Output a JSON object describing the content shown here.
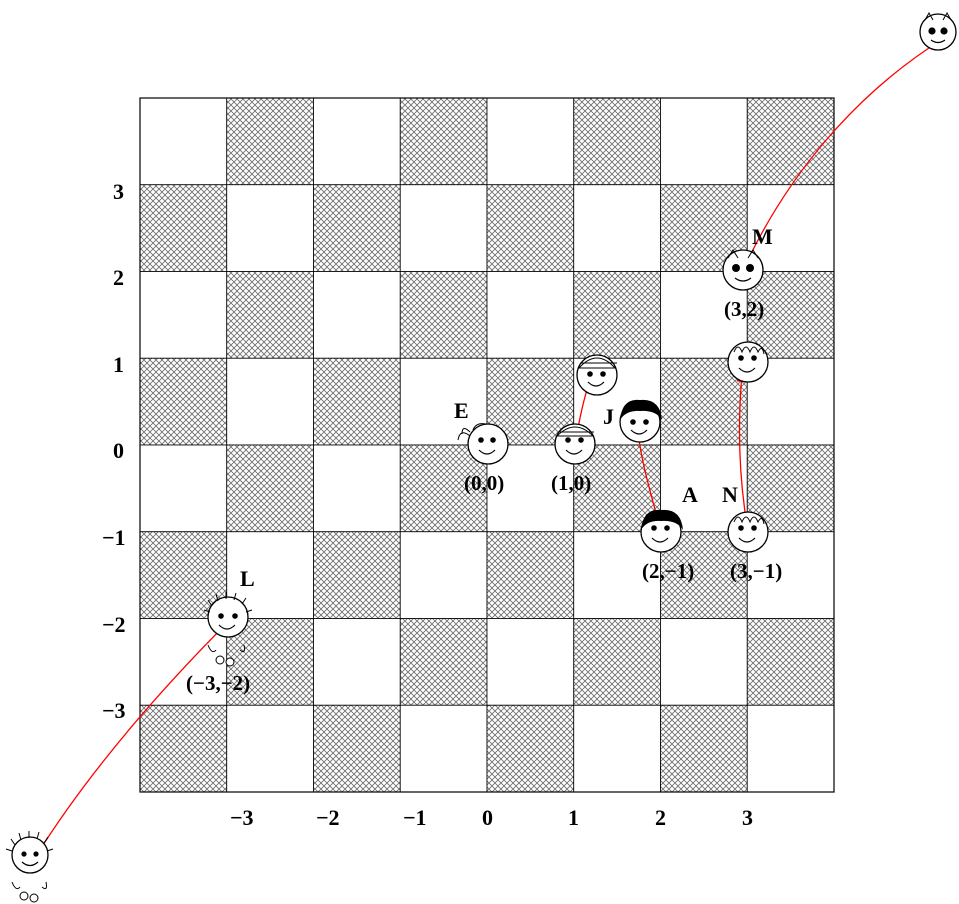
{
  "board": {
    "x_ticks": [
      "−3",
      "−2",
      "−1",
      "0",
      "1",
      "2",
      "3"
    ],
    "y_ticks": [
      "3",
      "2",
      "1",
      "0",
      "−1",
      "−2",
      "−3"
    ]
  },
  "characters": {
    "E": {
      "label": "E",
      "coord": "(0,0)",
      "style": "ponytail"
    },
    "B": {
      "label": "",
      "coord": "(1,0)",
      "style": "cap"
    },
    "J": {
      "label": "J",
      "coord": "",
      "style": "dark-hair"
    },
    "A": {
      "label": "A",
      "coord": "(2,−1)",
      "style": "dark-hair"
    },
    "N": {
      "label": "N",
      "coord": "(3,−1)",
      "style": "wavy"
    },
    "M": {
      "label": "M",
      "coord": "(3,2)",
      "style": "horns"
    },
    "L": {
      "label": "L",
      "coord": "(−3,−2)",
      "style": "spiky"
    }
  },
  "arrows": [
    {
      "from": "(3,−1)",
      "to_character": "N-moved"
    },
    {
      "from": "(2,−1)",
      "to_character": "J"
    },
    {
      "from": "(1,0)",
      "to_character": "B-moved"
    },
    {
      "from": "(3,2)",
      "to_character": "M-moved"
    },
    {
      "from": "(−3,−2)",
      "to_character": "L-moved"
    }
  ],
  "colors": {
    "arrow": "#ff0000",
    "outline": "#000000",
    "shade": "#808080"
  }
}
